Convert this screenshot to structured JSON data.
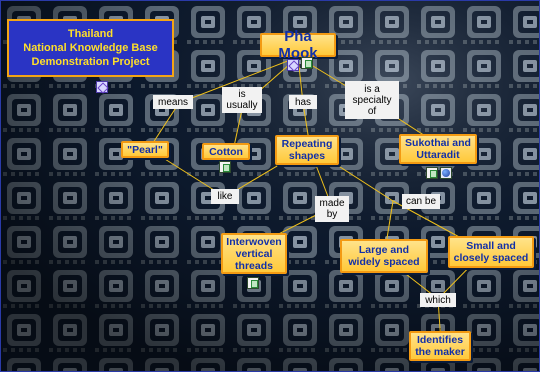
{
  "title_box": {
    "lines": [
      "Thailand",
      "National Knowledge Base",
      "Demonstration Project"
    ]
  },
  "concepts": {
    "pha_mook": "Pha Mook",
    "pearl": "\"Pearl\"",
    "cotton": "Cotton",
    "repeating_shapes": "Repeating\nshapes",
    "sukothai": "Sukothai and\nUttaradit",
    "interwoven": "Interwoven\nvertical\nthreads",
    "large_spaced": "Large and\nwidely spaced",
    "small_spaced": "Small and\nclosely spaced",
    "identifies": "Identifies\nthe maker"
  },
  "links": {
    "means": "means",
    "is_usually": "is\nusually",
    "has": "has",
    "specialty": "is a\nspecialty\nof",
    "like": "like",
    "made_by": "made\nby",
    "can_be": "can be",
    "which": "which"
  },
  "icons": {
    "title_map": "concept-map-icon",
    "pha_mook_map": "concept-map-icon",
    "pha_mook_doc": "document-icon",
    "cotton_doc": "document-icon",
    "sukothai_doc": "document-icon",
    "sukothai_globe": "globe-icon",
    "interwoven_doc": "document-icon"
  },
  "colors": {
    "concept_fill": "#ffc93a",
    "concept_border": "#f39a12",
    "concept_text": "#1230a8",
    "link_line": "#f0c11a",
    "title_fill": "#2a34c4",
    "title_text": "#ffdf2a"
  }
}
